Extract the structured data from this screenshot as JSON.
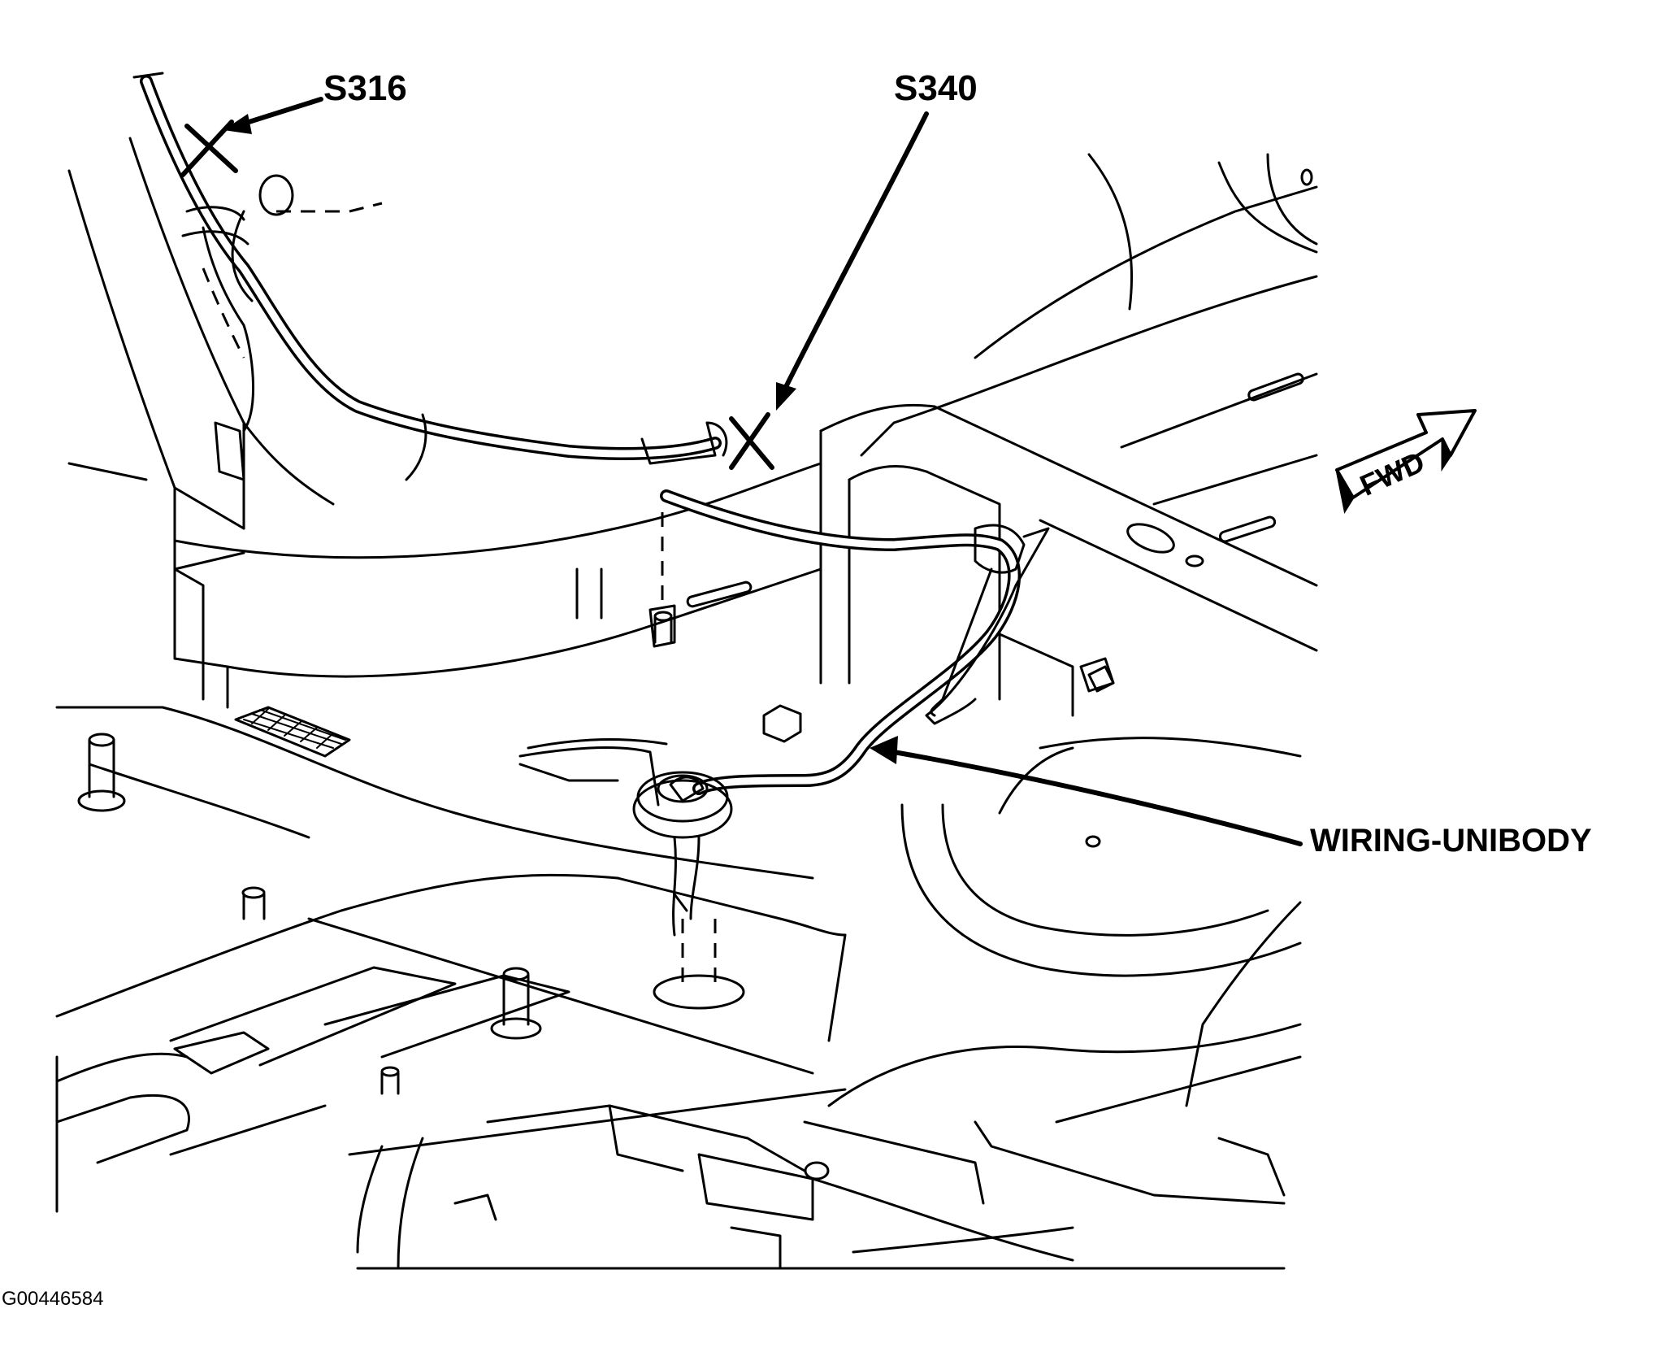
{
  "callouts": {
    "s316": "S316",
    "s340": "S340",
    "wiring": "WIRING-UNIBODY"
  },
  "forward_arrow": {
    "label": "FWD"
  },
  "figure_id": "G00446584",
  "colors": {
    "ink": "#000000",
    "paper": "#ffffff"
  }
}
